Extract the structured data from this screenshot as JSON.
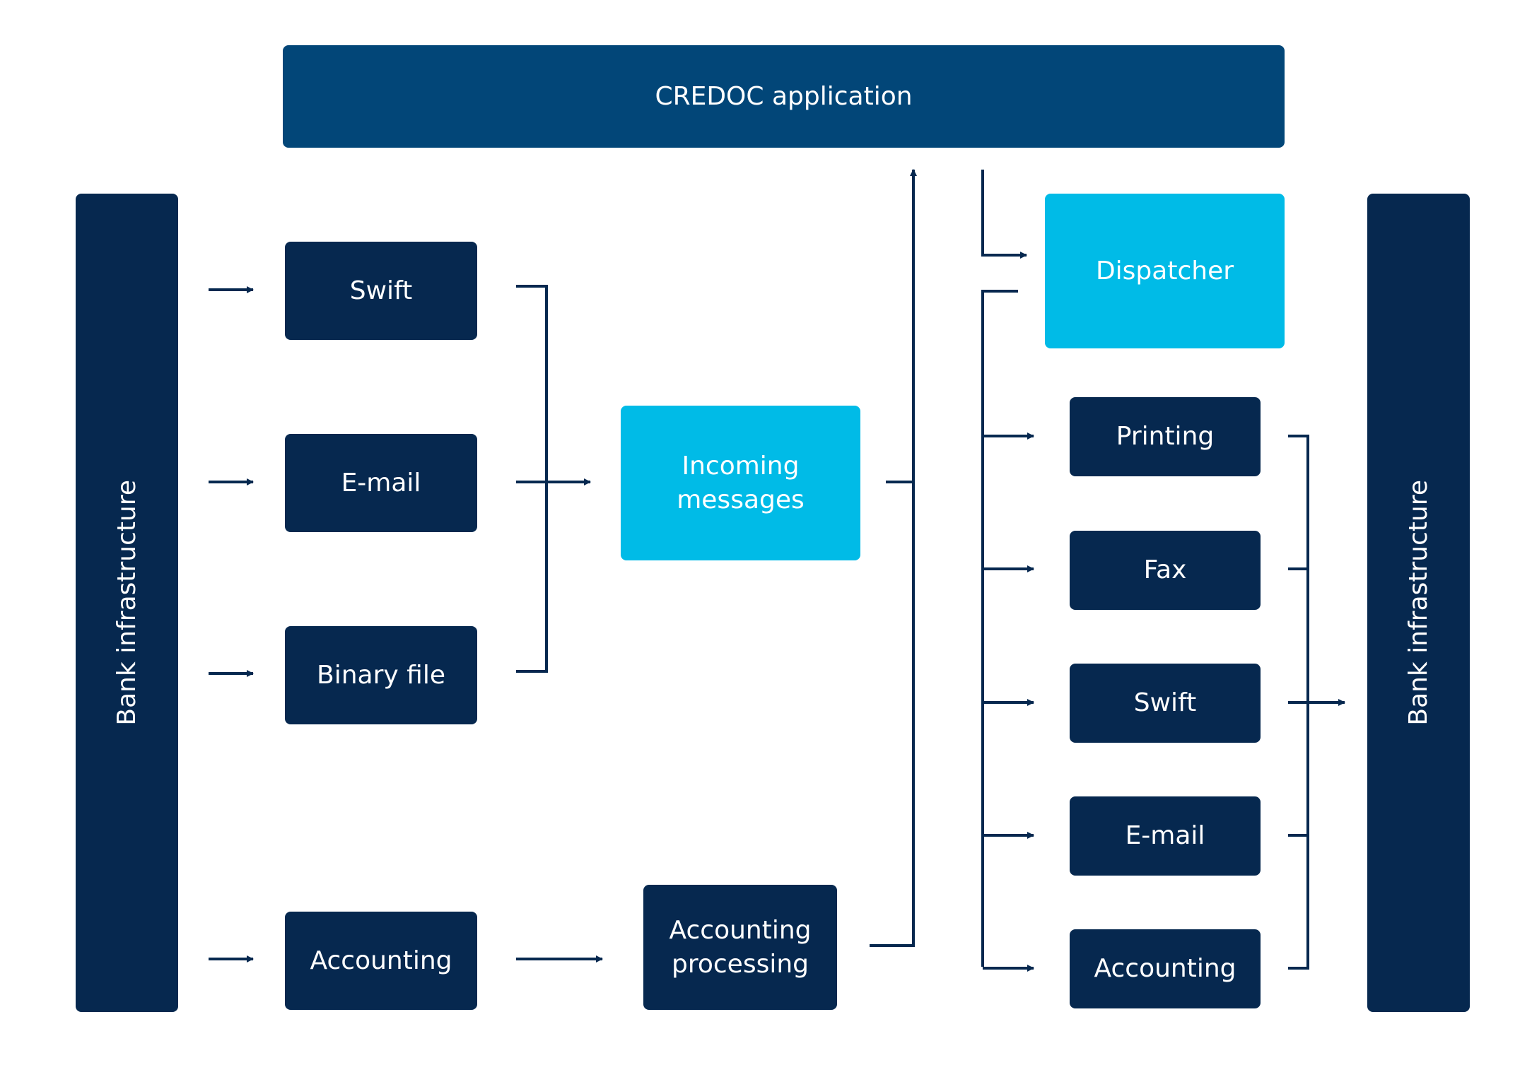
{
  "app": {
    "title": "CREDOC application"
  },
  "infrastructure": {
    "left": "Bank infrastructure",
    "right": "Bank infrastructure"
  },
  "inputs": [
    {
      "label": "Swift"
    },
    {
      "label": "E-mail"
    },
    {
      "label": "Binary file"
    },
    {
      "label": "Accounting"
    }
  ],
  "processing": {
    "incoming": "Incoming\nmessages",
    "accounting": "Accounting\nprocessing",
    "dispatcher": "Dispatcher"
  },
  "outputs": [
    {
      "label": "Printing"
    },
    {
      "label": "Fax"
    },
    {
      "label": "Swift"
    },
    {
      "label": "E-mail"
    },
    {
      "label": "Accounting"
    }
  ],
  "colors": {
    "navy": "#06284f",
    "app_blue": "#024678",
    "cyan": "#00bbe7",
    "line": "#06284f"
  }
}
